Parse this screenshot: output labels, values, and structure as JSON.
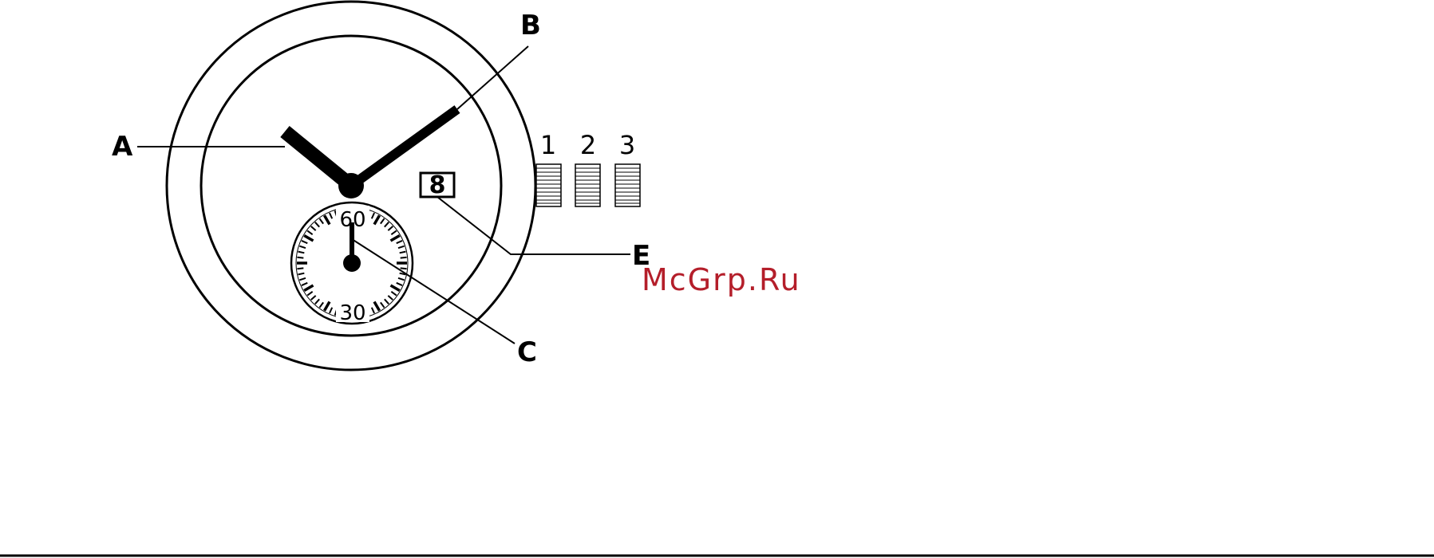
{
  "diagram": {
    "labels": {
      "A": "A",
      "B": "B",
      "C": "C",
      "E": "E"
    },
    "crown_positions": [
      "1",
      "2",
      "3"
    ],
    "subdial": {
      "top": "60",
      "bottom": "30"
    },
    "date_window": "8",
    "watermark": "McGrp.Ru"
  }
}
